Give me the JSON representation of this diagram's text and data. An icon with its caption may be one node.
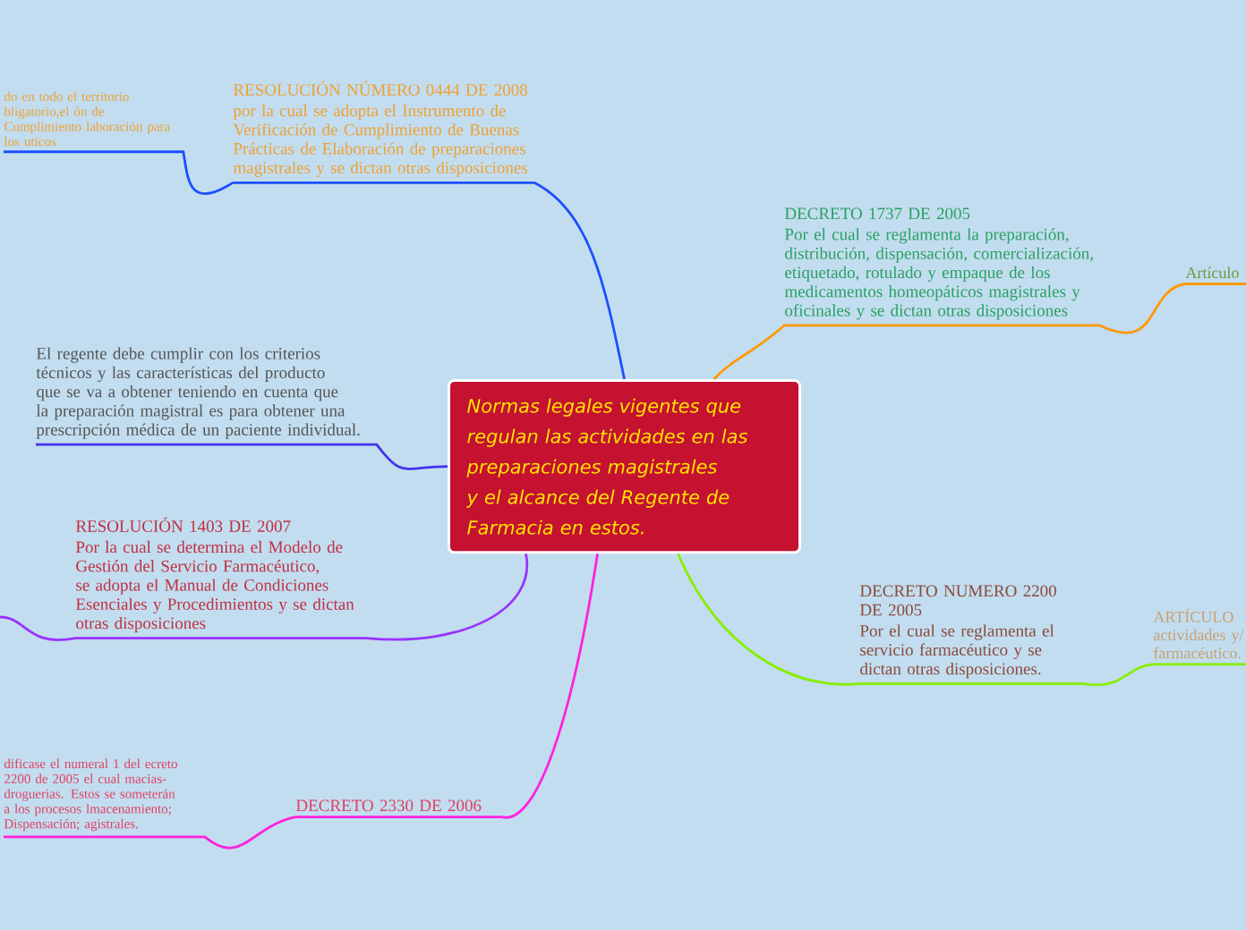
{
  "diagram": {
    "nodes": [
      {
        "text": [
          "Normas legales vigentes que regulan las actividades en las preparaciones magistrales y el alcance del Regente de Farmacia en estos."
        ]
      },
      {
        "text": [
          "RESOLUCIÓN NÚMERO 0444 DE 2008",
          "por la cual se adopta el Instrumento de Verificación de Cumplimiento de Buenas Prácticas de Elaboración de preparaciones magistrales y se dictan otras disposiciones"
        ]
      },
      {
        "text": [
          "do en todo el territorio bligatorio,el ón de Cumplimiento laboración para los uticos"
        ]
      },
      {
        "text": [
          "DECRETO 1737 DE 2005",
          "Por el cual se reglamenta la preparación, distribución, dispensación, comercialización, etiquetado, rotulado y empaque de los medicamentos homeopáticos magistrales y oficinales y se dictan otras disposiciones"
        ]
      },
      {
        "text": [
          "Artículo"
        ]
      },
      {
        "text": [
          "El regente debe cumplir con los criterios técnicos y las características del producto que se va a obtener teniendo en cuenta que la preparación magistral es para obtener una prescripción médica de un paciente individual."
        ]
      },
      {
        "text": [
          "RESOLUCIÓN  1403     DE  2007",
          "Por la cual se determina el Modelo de Gestión del Servicio Farmacéutico, se adopta el Manual de Condiciones Esenciales y Procedimientos y se dictan otras disposiciones"
        ]
      },
      {
        "text": [
          "DECRETO NUMERO 2200 DE 2005",
          "Por el cual se reglamenta el servicio farmacéutico y se dictan otras disposiciones."
        ]
      },
      {
        "text": [
          "ARTÍCULO actividades y/ farmacéutico."
        ]
      },
      {
        "text": [
          "DECRETO 2330 DE 2006"
        ]
      },
      {
        "text": [
          "dificase el numeral 1 del ecreto 2200 de 2005 el cual macias-droguerias. Estos se someterán a los procesos lmacenamiento; Dispensación; agistrales."
        ]
      }
    ],
    "edges": [
      {
        "from": 0,
        "to": 1,
        "arrow": "none",
        "color": "#1a4fff"
      },
      {
        "from": 1,
        "to": 2,
        "arrow": "none",
        "color": "#1a4fff"
      },
      {
        "from": 0,
        "to": 3,
        "arrow": "none",
        "color": "#ff9900"
      },
      {
        "from": 3,
        "to": 4,
        "arrow": "none",
        "color": "#ff9900"
      },
      {
        "from": 0,
        "to": 5,
        "arrow": "none",
        "color": "#4433ee"
      },
      {
        "from": 0,
        "to": 6,
        "arrow": "none",
        "color": "#9933ff"
      },
      {
        "from": 6,
        "to": null,
        "arrow": "none",
        "color": "#9933ff"
      },
      {
        "from": 0,
        "to": 7,
        "arrow": "none",
        "color": "#88ee00"
      },
      {
        "from": 7,
        "to": 8,
        "arrow": "none",
        "color": "#88ee00"
      },
      {
        "from": 0,
        "to": 9,
        "arrow": "none",
        "color": "#ff22dd"
      },
      {
        "from": 9,
        "to": 10,
        "arrow": "none",
        "color": "#ff22dd"
      }
    ]
  }
}
